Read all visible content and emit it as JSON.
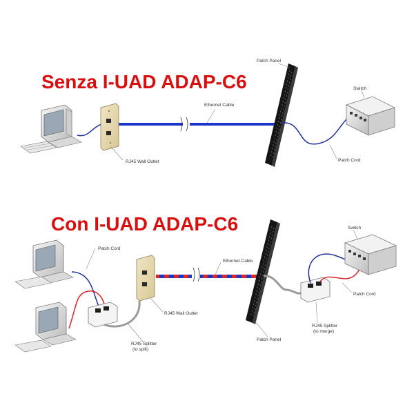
{
  "top": {
    "heading": "Senza I-UAD ADAP-C6",
    "labels": {
      "patch_panel": "Patch Panel",
      "switch": "Switch",
      "ethernet_cable": "Ethernet Cable",
      "wall_outlet": "RJ45 Wall Outlet",
      "patch_cord": "Patch Cord"
    }
  },
  "bottom": {
    "heading": "Con I-UAD ADAP-C6",
    "labels": {
      "switch": "Switch",
      "patch_cord_left": "Patch Cord",
      "ethernet_cable": "Ethernet Cable",
      "wall_outlet": "RJ45 Wall Outlet",
      "splitter_left_line1": "RJ45 Splitter",
      "splitter_left_line2": "(to split)",
      "splitter_right_line1": "RJ45 Splitter",
      "splitter_right_line2": "(to merge)",
      "patch_cord_right": "Patch Cord",
      "patch_panel": "Patch Panel"
    }
  },
  "colors": {
    "heading": "#d80f0f",
    "cable_blue": "#1a35c8",
    "cable_red": "#d8262a",
    "cord_blue": "#1f2f9a",
    "panel_black": "#151515",
    "outlet_beige": "#e9dcb5"
  },
  "icons": [
    "computer-icon",
    "wall-outlet-icon",
    "patch-panel-icon",
    "switch-icon",
    "rj45-splitter-icon"
  ]
}
